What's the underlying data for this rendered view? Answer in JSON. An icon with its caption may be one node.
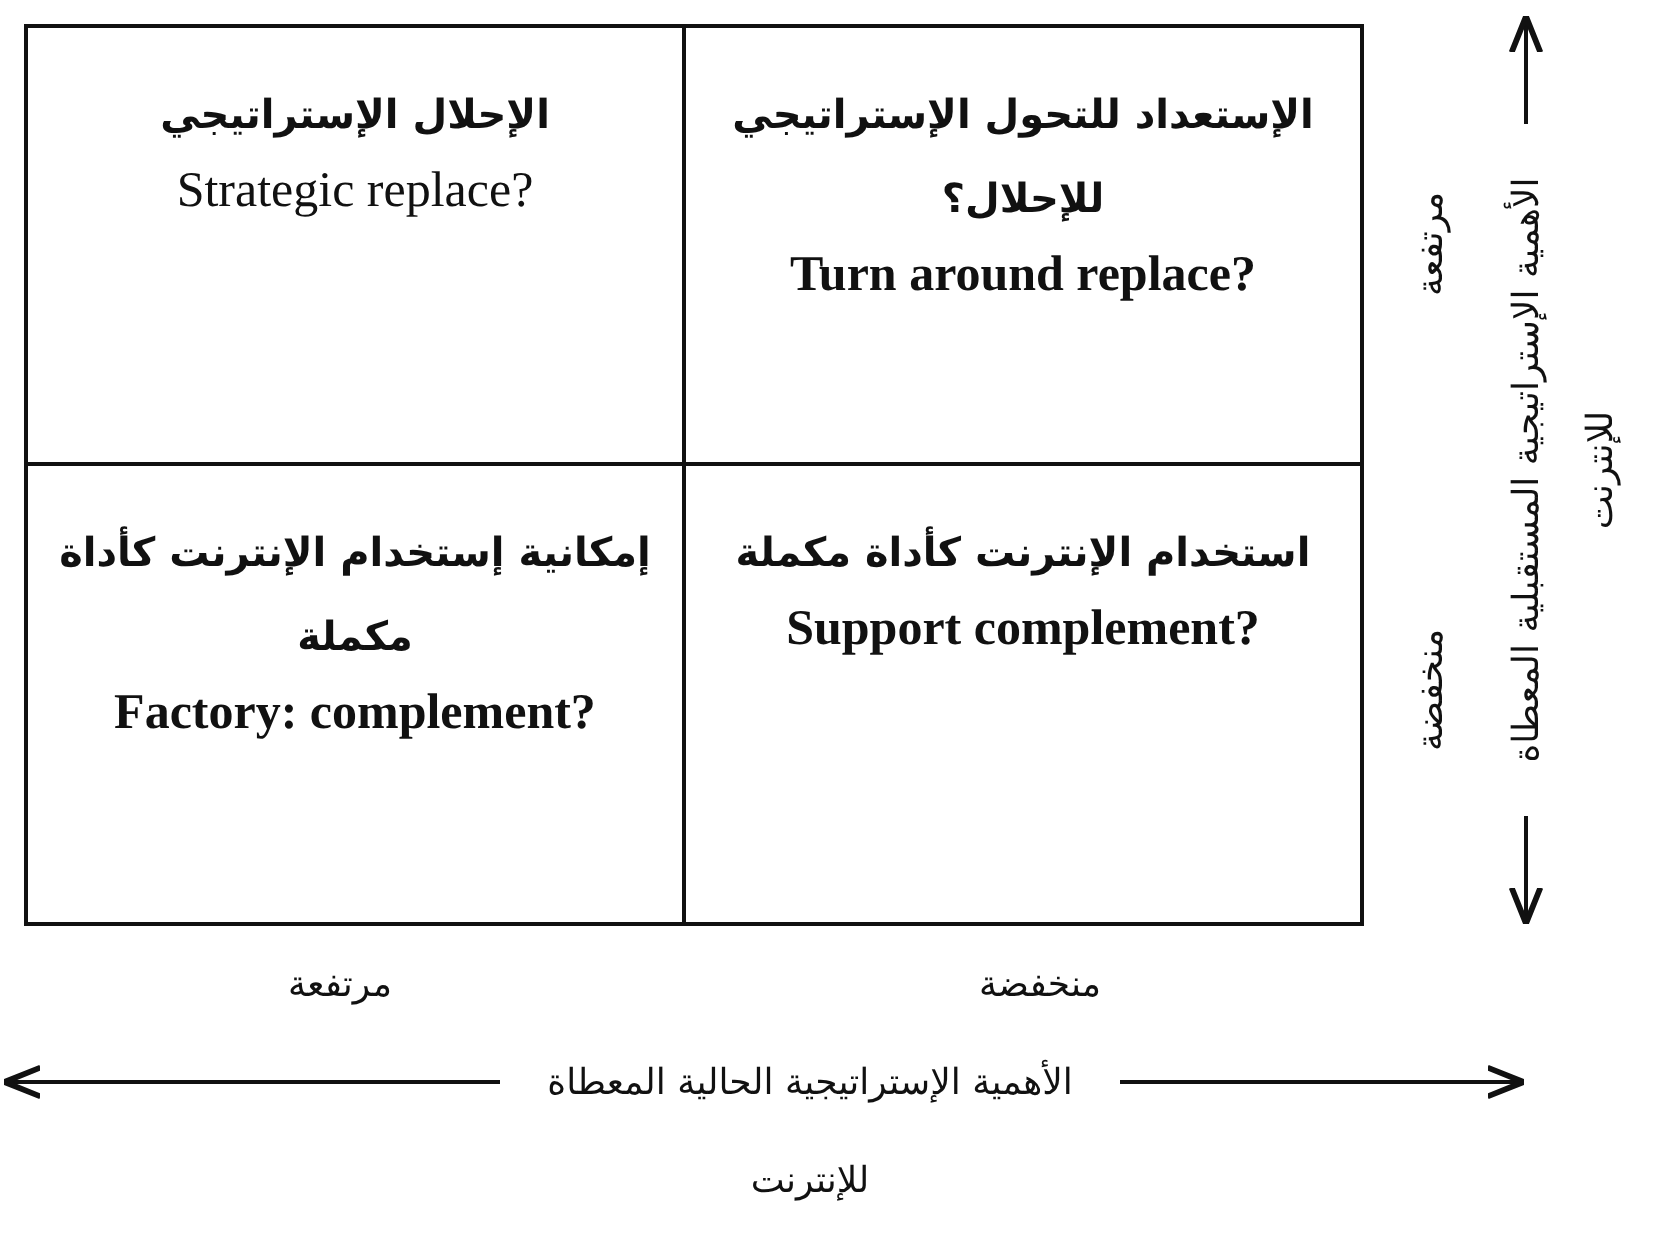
{
  "diagram": {
    "nodes": [
      {
        "text": [
          "الإستعداد للتحول الإستراتيجي للإحلال؟",
          "Turn around replace?"
        ]
      },
      {
        "text": [
          "الإحلال الإستراتيجي",
          "Strategic replace?"
        ]
      },
      {
        "text": [
          "استخدام الإنترنت كأداة مكملة",
          "Support complement?"
        ]
      },
      {
        "text": [
          "إمكانية إستخدام الإنترنت كأداة مكملة",
          "Factory: complement?"
        ]
      }
    ],
    "labels": [
      "مرتفعة",
      "منخفضة",
      "الأهمية الإستراتيجية المستقبلية المعطاة للإنترنت",
      "منخفضة",
      "مرتفعة",
      "الأهمية الإستراتيجية الحالية المعطاة للإنترنت"
    ]
  }
}
